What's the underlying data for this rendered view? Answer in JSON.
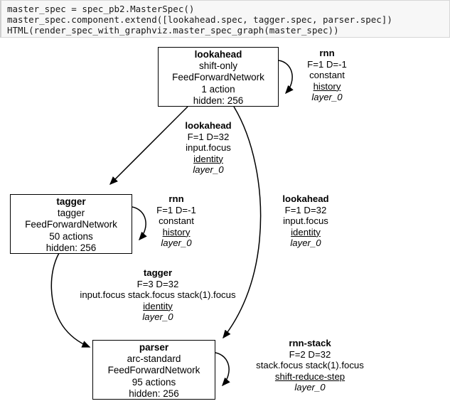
{
  "code": {
    "lines": [
      "master_spec = spec_pb2.MasterSpec()",
      "master_spec.component.extend([lookahead.spec, tagger.spec, parser.spec])",
      "HTML(render_spec_with_graphviz.master_spec_graph(master_spec))"
    ]
  },
  "graph": {
    "type": "directed-graph",
    "nodes": [
      {
        "id": "lookahead",
        "title": "lookahead",
        "transition": "shift-only",
        "network": "FeedForwardNetwork",
        "actions": "1 action",
        "hidden": "hidden: 256"
      },
      {
        "id": "tagger",
        "title": "tagger",
        "transition": "tagger",
        "network": "FeedForwardNetwork",
        "actions": "50 actions",
        "hidden": "hidden: 256"
      },
      {
        "id": "parser",
        "title": "parser",
        "transition": "arc-standard",
        "network": "FeedForwardNetwork",
        "actions": "95 actions",
        "hidden": "hidden: 256"
      }
    ],
    "edges": [
      {
        "id": "lookahead-self",
        "source": "lookahead",
        "target": "lookahead",
        "title": "rnn",
        "fd": "F=1 D=-1",
        "features": "constant",
        "link": "history",
        "layer": "layer_0"
      },
      {
        "id": "lookahead-to-tagger",
        "source": "lookahead",
        "target": "tagger",
        "title": "lookahead",
        "fd": "F=1 D=32",
        "features": "input.focus",
        "link": "identity",
        "layer": "layer_0"
      },
      {
        "id": "lookahead-to-parser",
        "source": "lookahead",
        "target": "parser",
        "title": "lookahead",
        "fd": "F=1 D=32",
        "features": "input.focus",
        "link": "identity",
        "layer": "layer_0"
      },
      {
        "id": "tagger-self",
        "source": "tagger",
        "target": "tagger",
        "title": "rnn",
        "fd": "F=1 D=-1",
        "features": "constant",
        "link": "history",
        "layer": "layer_0"
      },
      {
        "id": "tagger-to-parser",
        "source": "tagger",
        "target": "parser",
        "title": "tagger",
        "fd": "F=3 D=32",
        "features": "input.focus stack.focus stack(1).focus",
        "link": "identity",
        "layer": "layer_0"
      },
      {
        "id": "parser-self",
        "source": "parser",
        "target": "parser",
        "title": "rnn-stack",
        "fd": "F=2 D=32",
        "features": "stack.focus stack(1).focus",
        "link": "shift-reduce-step",
        "layer": "layer_0"
      }
    ]
  },
  "colors": {
    "stroke": "#000000",
    "node_fill": "#ffffff",
    "code_bg": "#f7f7f7",
    "code_border": "#d6d6d6",
    "page_bg": "#ffffff"
  }
}
